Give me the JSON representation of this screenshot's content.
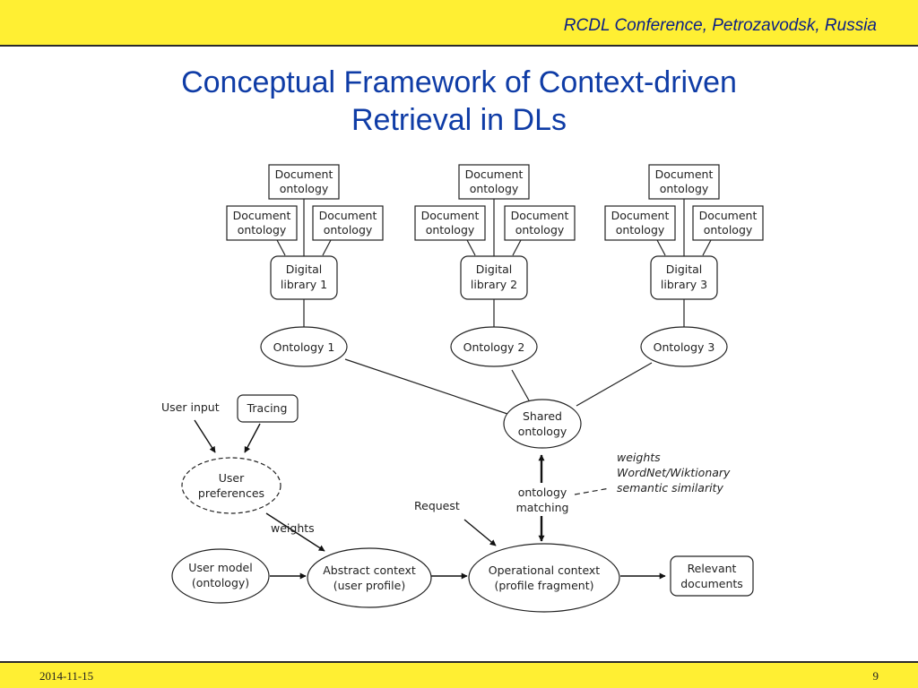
{
  "header": {
    "conference": "RCDL Conference, Petrozavodsk, Russia",
    "title_line1": "Conceptual Framework of Context-driven",
    "title_line2": "Retrieval in DLs"
  },
  "footer": {
    "date": "2014-11-15",
    "page": "9"
  },
  "diagram": {
    "document_ontology": [
      "Document",
      "ontology"
    ],
    "digital_library_1": [
      "Digital",
      "library 1"
    ],
    "digital_library_2": [
      "Digital",
      "library 2"
    ],
    "digital_library_3": [
      "Digital",
      "library 3"
    ],
    "ontology_1": "Ontology 1",
    "ontology_2": "Ontology 2",
    "ontology_3": "Ontology 3",
    "shared_ontology": [
      "Shared",
      "ontology"
    ],
    "user_input": "User input",
    "tracing": "Tracing",
    "user_preferences": [
      "User",
      "preferences"
    ],
    "weights": "weights",
    "request": "Request",
    "ontology_matching": [
      "ontology",
      "matching"
    ],
    "matching_notes": [
      "weights",
      "WordNet/Wiktionary",
      "semantic similarity"
    ],
    "user_model": [
      "User model",
      "(ontology)"
    ],
    "abstract_context": [
      "Abstract context",
      "(user profile)"
    ],
    "operational_context": [
      "Operational context",
      "(profile fragment)"
    ],
    "relevant_documents": [
      "Relevant",
      "documents"
    ]
  }
}
